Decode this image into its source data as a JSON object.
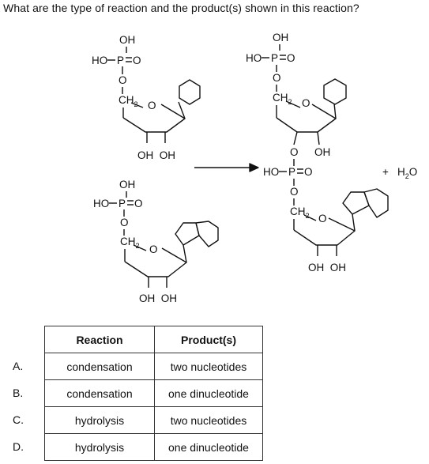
{
  "question": "What are the type of reaction and the product(s) shown in this reaction?",
  "diagram": {
    "labels": {
      "oh": "OH",
      "ho": "HO",
      "p": "P",
      "o": "O",
      "ch": "CH",
      "sub2": "2",
      "ohoh": "OH  OH",
      "plus": "+",
      "h": "H"
    }
  },
  "table": {
    "headers": [
      "Reaction",
      "Product(s)"
    ],
    "rows": [
      {
        "letter": "A.",
        "reaction": "condensation",
        "product": "two nucleotides"
      },
      {
        "letter": "B.",
        "reaction": "condensation",
        "product": "one dinucleotide"
      },
      {
        "letter": "C.",
        "reaction": "hydrolysis",
        "product": "two nucleotides"
      },
      {
        "letter": "D.",
        "reaction": "hydrolysis",
        "product": "one dinucleotide"
      }
    ]
  }
}
